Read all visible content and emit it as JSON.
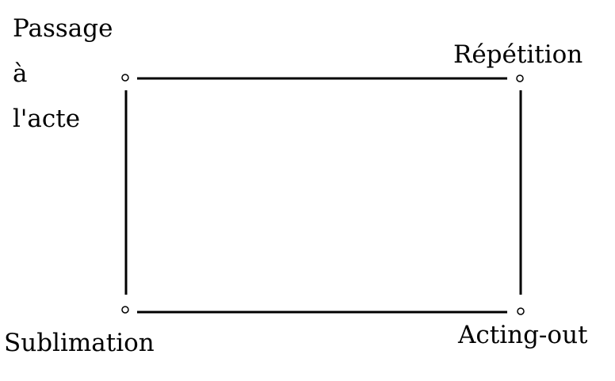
{
  "diagram": {
    "corners": {
      "top_left": {
        "lines": [
          "Passage",
          "à",
          "l'acte"
        ]
      },
      "top_right": {
        "label": "Répétition"
      },
      "bottom_left": {
        "label": "Sublimation"
      },
      "bottom_right": {
        "label": "Acting-out"
      }
    },
    "colors": {
      "stroke": "#000000",
      "background": "#ffffff"
    }
  }
}
